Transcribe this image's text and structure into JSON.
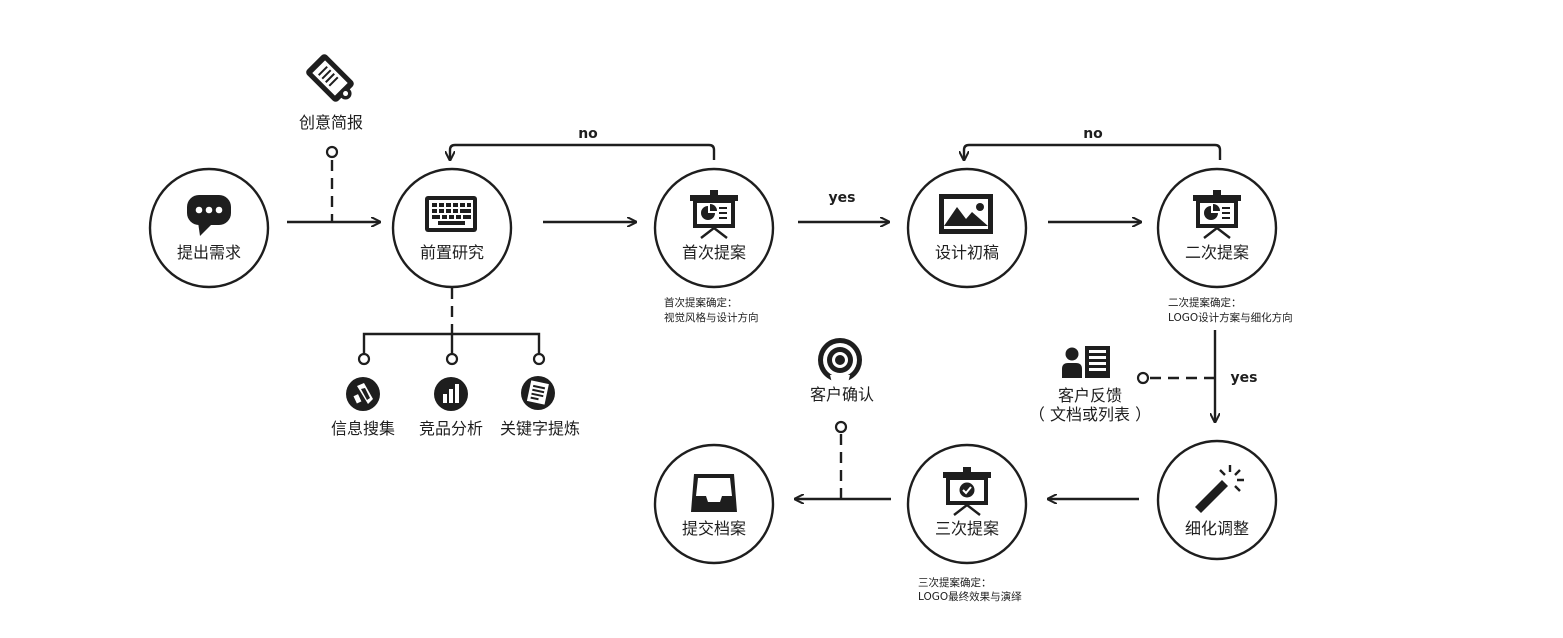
{
  "nodes": {
    "request": "提出需求",
    "research": "前置研究",
    "proposal1": "首次提案",
    "draft": "设计初稿",
    "proposal2": "二次提案",
    "refine": "细化调整",
    "proposal3": "三次提案",
    "archive": "提交档案"
  },
  "side": {
    "brief": "创意简报",
    "info": "信息搜集",
    "competitor": "竞品分析",
    "keywords": "关键字提炼",
    "confirm": "客户确认",
    "feedback": "客户反馈",
    "feedback_sub": "（ 文档或列表 ）"
  },
  "notes": {
    "p1_line1": "首次提案确定：",
    "p1_line2": "视觉风格与设计方向",
    "p2_line1": "二次提案确定：",
    "p2_line2": "LOGO设计方案与细化方向",
    "p3_line1": "三次提案确定：",
    "p3_line2": "LOGO最终效果与演绎"
  },
  "edges": {
    "no_1": "no",
    "no_2": "no",
    "yes_1": "yes",
    "yes_2": "yes"
  },
  "icons": {
    "request": "chat-bubble-icon",
    "research": "keyboard-icon",
    "proposal1": "presentation-chart-icon",
    "draft": "image-icon",
    "proposal2": "presentation-chart-icon",
    "refine": "magic-wand-icon",
    "proposal3": "presentation-check-icon",
    "archive": "inbox-tray-icon",
    "brief": "scroll-icon",
    "info": "pencil-icon",
    "competitor": "bar-chart-icon",
    "keywords": "document-icon",
    "confirm": "target-icon",
    "feedback": "person-list-icon"
  }
}
